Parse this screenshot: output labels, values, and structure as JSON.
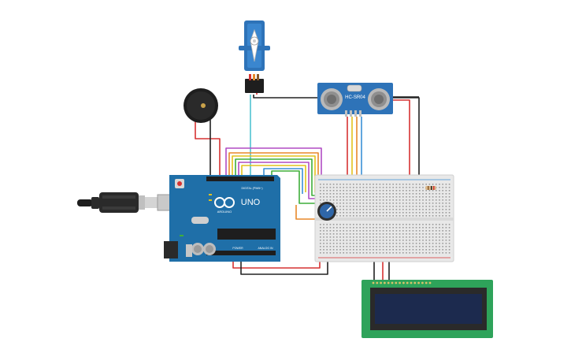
{
  "components": {
    "ultrasonic": {
      "model": "HC-SR04"
    },
    "arduino": {
      "model": "UNO",
      "brand": "ARDUINO",
      "digital_label": "DIGITAL (PWM~)",
      "power_label": "POWER",
      "analog_label": "ANALOG IN"
    }
  },
  "colors": {
    "board": "#1f6fa8",
    "wire_red": "#d63232",
    "wire_black": "#222222",
    "wire_orange": "#e8892a",
    "wire_yellow": "#e2c21c",
    "wire_green": "#3fae3a",
    "wire_purple": "#b14cc4",
    "wire_blue": "#3b8fd6",
    "wire_cyan": "#4fc3d0",
    "lcd_pcb": "#2ea35a",
    "lcd_screen": "#1c2a4e"
  },
  "icons": [
    "usb-cable-icon",
    "buzzer-icon",
    "servo-icon",
    "potentiometer-icon",
    "lcd-icon",
    "ultrasonic-sensor-icon",
    "arduino-board-icon",
    "breadboard-icon"
  ]
}
